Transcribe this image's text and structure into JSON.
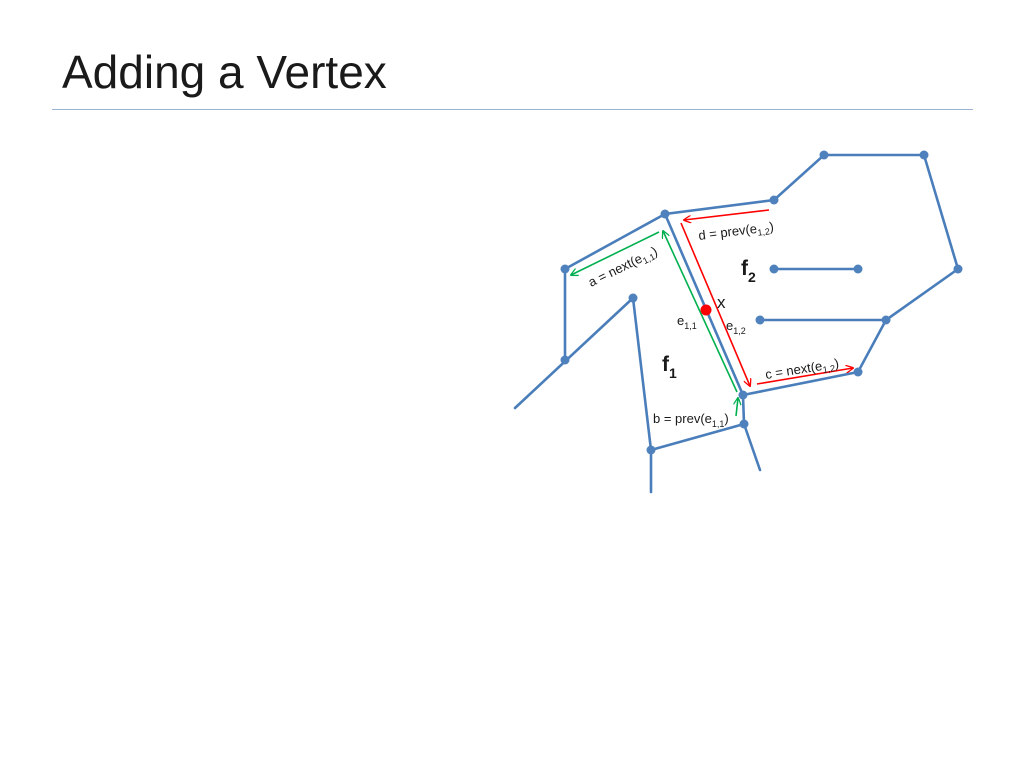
{
  "slide": {
    "title": "Adding a Vertex"
  },
  "diagram": {
    "faces": [
      {
        "name": "f",
        "subscript": "1"
      },
      {
        "name": "f",
        "subscript": "2"
      }
    ],
    "new_vertex": {
      "label": "x",
      "color": "#ff0000"
    },
    "half_edges": [
      {
        "name": "e",
        "subscript": "1,1"
      },
      {
        "name": "e",
        "subscript": "1,2"
      }
    ],
    "pointers": {
      "a": {
        "prefix": "a = next(e",
        "subscript": "1,1",
        "suffix": ")"
      },
      "b": {
        "prefix": "b = prev(e",
        "subscript": "1,1",
        "suffix": ")"
      },
      "c": {
        "prefix": "c = next(e",
        "subscript": "1,2",
        "suffix": ")"
      },
      "d": {
        "prefix": "d = prev(e",
        "subscript": "1,2",
        "suffix": ")"
      }
    },
    "colors": {
      "edge": "#4a7ebb",
      "vertex": "#4f81bd",
      "face1_arrows": "#00b050",
      "face2_arrows": "#ff0000"
    }
  }
}
